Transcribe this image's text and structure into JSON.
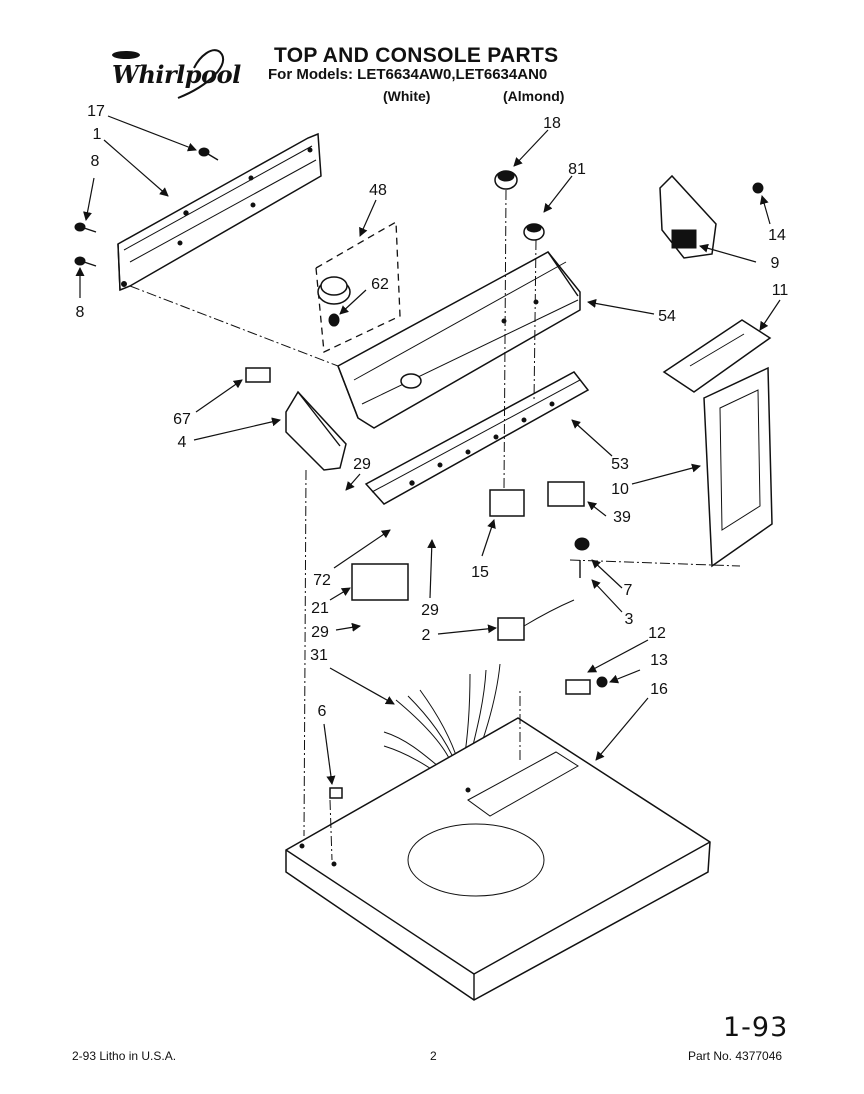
{
  "header": {
    "brand": "Whirlpool",
    "title": "TOP AND CONSOLE PARTS",
    "models_line": "For Models: LET6634AW0,LET6634AN0",
    "color_white": "(White)",
    "color_almond": "(Almond)"
  },
  "callouts": [
    "17",
    "1",
    "8",
    "8",
    "48",
    "62",
    "18",
    "81",
    "14",
    "9",
    "54",
    "11",
    "67",
    "4",
    "29",
    "53",
    "10",
    "39",
    "15",
    "72",
    "21",
    "29",
    "7",
    "29",
    "2",
    "3",
    "12",
    "31",
    "13",
    "16",
    "6"
  ],
  "footer": {
    "print_info": "2-93  Litho in U.S.A.",
    "page_number": "2",
    "part_number": "Part No. 4377046"
  },
  "handwritten_date": "1-93"
}
